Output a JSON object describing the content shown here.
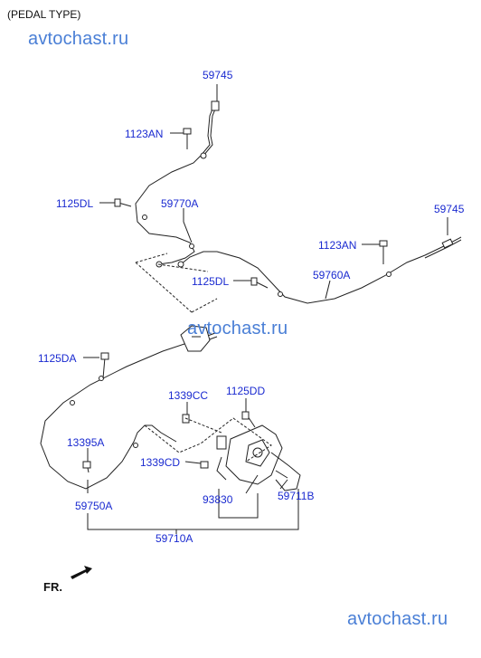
{
  "header": {
    "title": "(PEDAL TYPE)"
  },
  "watermarks": [
    "avtochast.ru",
    "avtochast.ru",
    "avtochast.ru"
  ],
  "labels": {
    "p59745_top": "59745",
    "p1123AN_top": "1123AN",
    "p1125DL_left": "1125DL",
    "p59770A": "59770A",
    "p59745_right": "59745",
    "p1123AN_right": "1123AN",
    "p1125DL_mid": "1125DL",
    "p59760A": "59760A",
    "p1125DA": "1125DA",
    "p1339CC": "1339CC",
    "p1125DD": "1125DD",
    "p13395A": "13395A",
    "p1339CD": "1339CD",
    "p93830": "93830",
    "p59711B": "59711B",
    "p59750A": "59750A",
    "p59710A": "59710A"
  },
  "front_marker": "FR.",
  "colors": {
    "label": "#1a2ad0",
    "line": "#222222",
    "watermark": "#4a7fd6"
  }
}
